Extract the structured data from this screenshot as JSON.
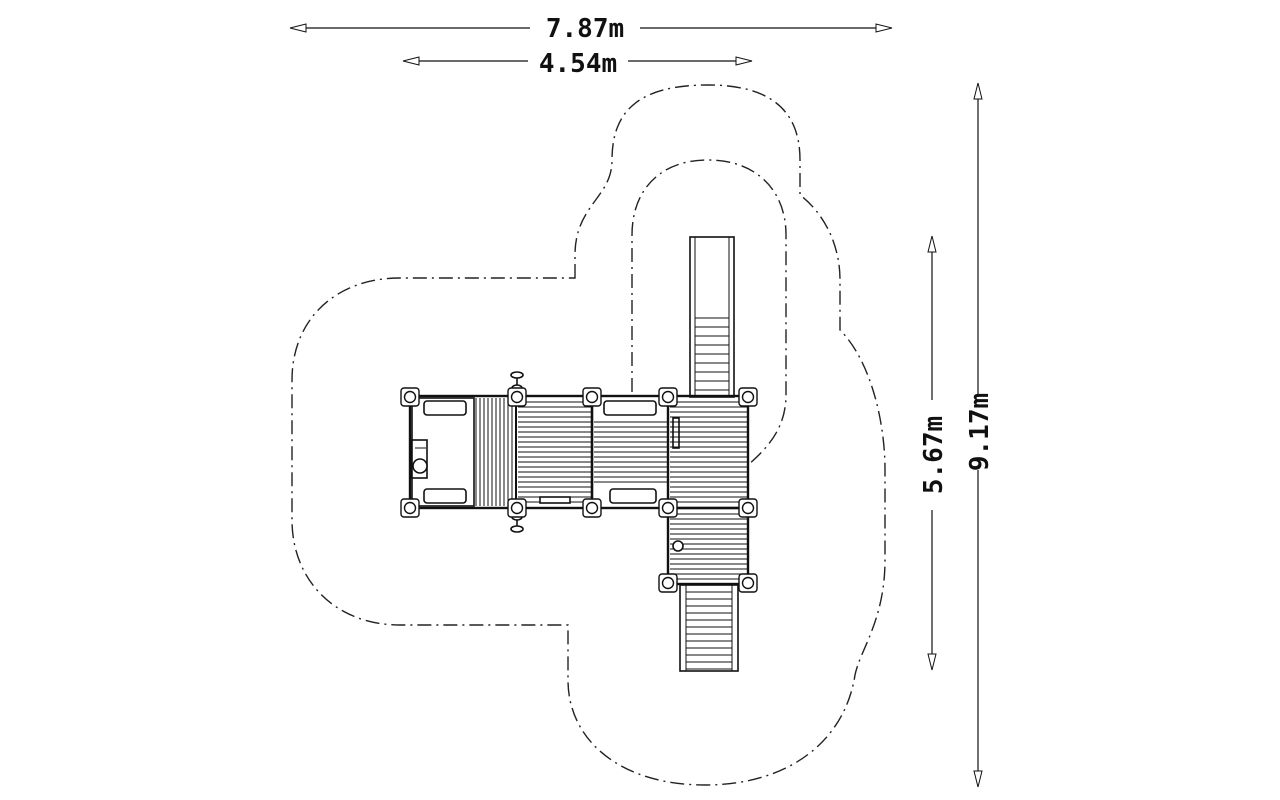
{
  "dimensions": {
    "overall_width": "7.87m",
    "structure_width": "4.54m",
    "structure_depth": "5.67m",
    "overall_depth": "9.17m"
  },
  "colors": {
    "ink": "#111111",
    "background": "#ffffff"
  },
  "icons": {
    "arrows": "dimension-arrow",
    "posts": "post-icon"
  }
}
